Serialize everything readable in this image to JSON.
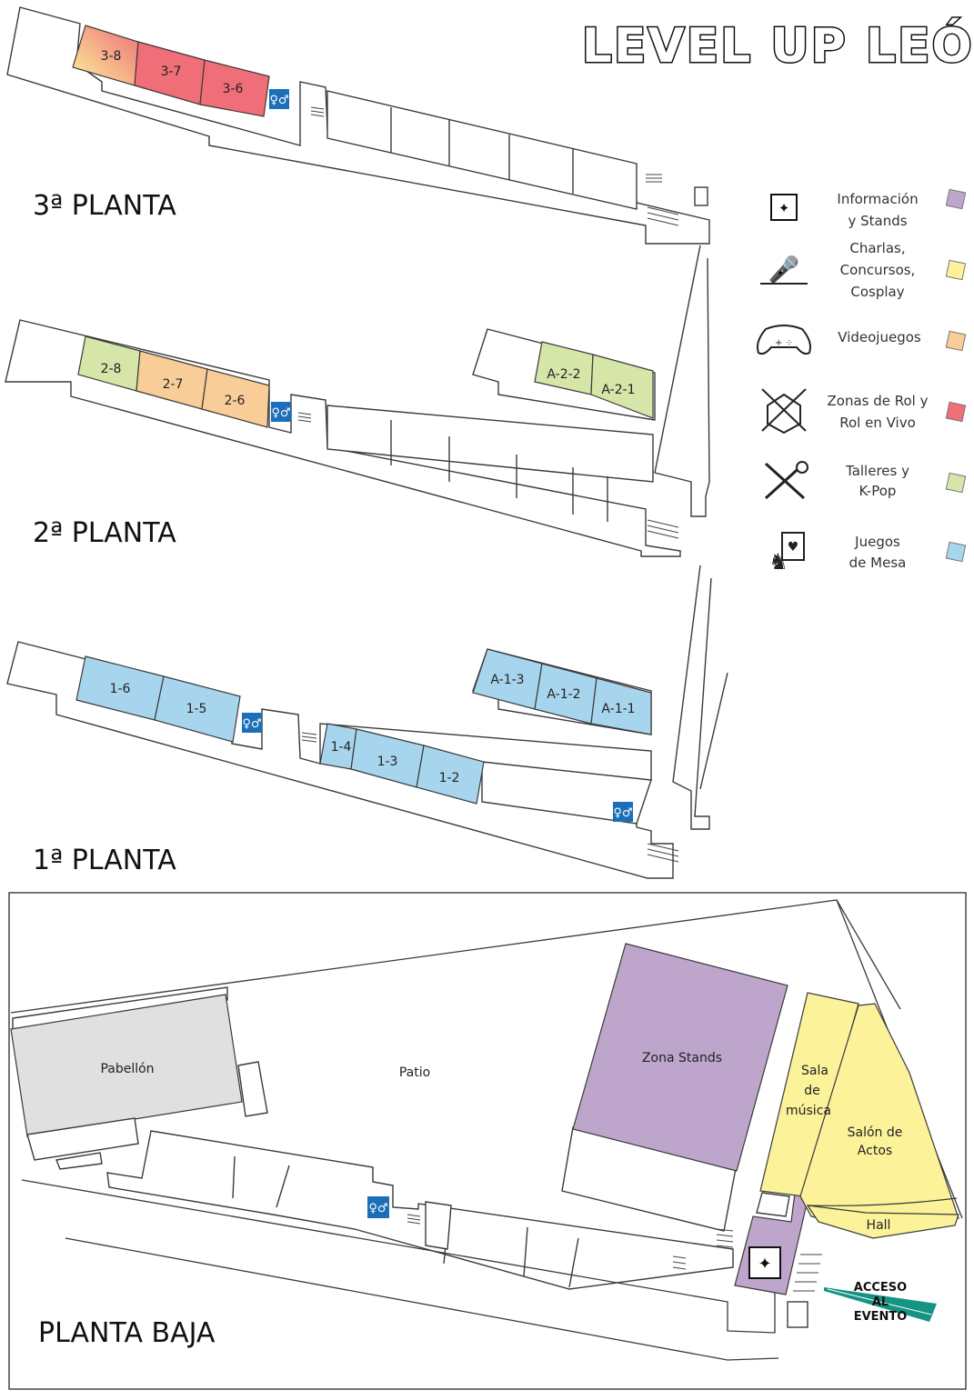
{
  "logo": {
    "text": "LEVEL UP LEÓN"
  },
  "colors": {
    "info": "#bea5cc",
    "talks": "#fbf29a",
    "videogames": "#f8cd97",
    "roleplay": "#ef6e78",
    "workshops": "#d6e5a8",
    "boardgames": "#a8d5ee",
    "pavilion": "#e0e0e0",
    "wc": "#1b6fb8",
    "access": "#159383"
  },
  "floors": {
    "third": {
      "title": "3ª PLANTA"
    },
    "second": {
      "title": "2ª PLANTA"
    },
    "first": {
      "title": "1ª PLANTA"
    },
    "ground": {
      "title": "PLANTA BAJA"
    }
  },
  "rooms": {
    "third": [
      "3-8",
      "3-7",
      "3-6"
    ],
    "second": [
      "2-8",
      "2-7",
      "2-6",
      "A-2-2",
      "A-2-1"
    ],
    "first": [
      "1-6",
      "1-5",
      "1-4",
      "1-3",
      "1-2",
      "A-1-3",
      "A-1-2",
      "A-1-1"
    ],
    "ground": {
      "pavilion": "Pabellón",
      "patio": "Patio",
      "stands": "Zona Stands",
      "music": [
        "Sala",
        "de",
        "música"
      ],
      "auditorium": [
        "Salón de",
        "Actos"
      ],
      "hall": "Hall",
      "access": [
        "ACCESO",
        "AL",
        "EVENTO"
      ]
    }
  },
  "legend": [
    {
      "icon": "info-stand-icon",
      "lines": [
        "Información",
        "y Stands"
      ],
      "color": "#bea5cc"
    },
    {
      "icon": "microphone-icon",
      "lines": [
        "Charlas,",
        "Concursos,",
        "Cosplay"
      ],
      "color": "#fbf29a"
    },
    {
      "icon": "gamepad-icon",
      "lines": [
        "Videojuegos"
      ],
      "color": "#f8cd97"
    },
    {
      "icon": "dice-swords-icon",
      "lines": [
        "Zonas de Rol y",
        "Rol en Vivo"
      ],
      "color": "#ef6e78"
    },
    {
      "icon": "scissors-icon",
      "lines": [
        "Talleres y",
        "K-Pop"
      ],
      "color": "#d6e5a8"
    },
    {
      "icon": "board-games-icon",
      "lines": [
        "Juegos",
        "de Mesa"
      ],
      "color": "#a8d5ee"
    }
  ]
}
